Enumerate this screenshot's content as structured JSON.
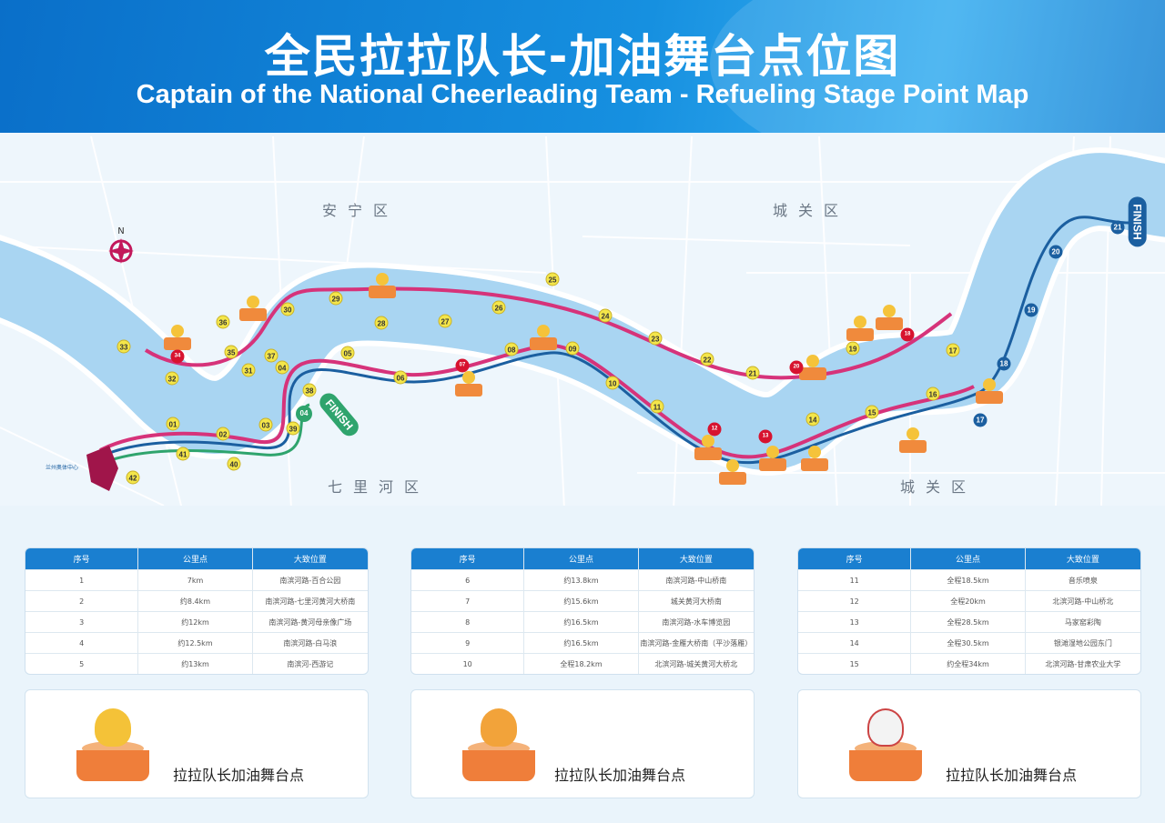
{
  "header": {
    "title_cn": "全民拉拉队长-加油舞台点位图",
    "title_en": "Captain of the National Cheerleading Team - Refueling Stage Point Map"
  },
  "map": {
    "districts": [
      "安宁区",
      "城关区",
      "七里河区",
      "城关区"
    ],
    "finish_labels": [
      "FINISH",
      "FINISH"
    ],
    "start_label": "兰州奥体中心",
    "compass": "N",
    "colors": {
      "river": "#a9d5f2",
      "route_pink": "#d6337a",
      "route_blue": "#1b5fa0",
      "route_green": "#2fa46d",
      "marker": "#f4e64a",
      "stage_red": "#d7132f"
    },
    "markers_yellow": [
      "01",
      "02",
      "03",
      "04",
      "05",
      "06",
      "07",
      "08",
      "09",
      "10",
      "11",
      "12",
      "13",
      "14",
      "15",
      "16",
      "17",
      "18",
      "19",
      "20",
      "21",
      "22",
      "23",
      "24",
      "25",
      "26",
      "27",
      "28",
      "29",
      "30",
      "31",
      "32",
      "33",
      "34",
      "35",
      "36",
      "37",
      "38",
      "39",
      "40",
      "41",
      "42"
    ],
    "markers_blue": [
      "17",
      "18",
      "19",
      "20",
      "21"
    ],
    "marker_green": "04"
  },
  "tables": [
    {
      "headers": [
        "序号",
        "公里点",
        "大致位置"
      ],
      "rows": [
        [
          "1",
          "7km",
          "南滨河路-百合公园"
        ],
        [
          "2",
          "约8.4km",
          "南滨河路-七里河黄河大桥南"
        ],
        [
          "3",
          "约12km",
          "南滨河路-黄河母亲像广场"
        ],
        [
          "4",
          "约12.5km",
          "南滨河路-白马浪"
        ],
        [
          "5",
          "约13km",
          "南滨河-西游记"
        ]
      ]
    },
    {
      "headers": [
        "序号",
        "公里点",
        "大致位置"
      ],
      "rows": [
        [
          "6",
          "约13.8km",
          "南滨河路-中山桥南"
        ],
        [
          "7",
          "约15.6km",
          "城关黄河大桥南"
        ],
        [
          "8",
          "约16.5km",
          "南滨河路-水车博览园"
        ],
        [
          "9",
          "约16.5km",
          "南滨河路-金雁大桥南（平沙落雁）"
        ],
        [
          "10",
          "全程18.2km",
          "北滨河路-城关黄河大桥北"
        ]
      ]
    },
    {
      "headers": [
        "序号",
        "公里点",
        "大致位置"
      ],
      "rows": [
        [
          "11",
          "全程18.5km",
          "音乐喷泉"
        ],
        [
          "12",
          "全程20km",
          "北滨河路-中山桥北"
        ],
        [
          "13",
          "全程28.5km",
          "马家窑彩陶"
        ],
        [
          "14",
          "全程30.5km",
          "银滩湿地公园东门"
        ],
        [
          "15",
          "约全程34km",
          "北滨河路-甘肃农业大学"
        ]
      ]
    }
  ],
  "legend": [
    "拉拉队长加油舞台点",
    "拉拉队长加油舞台点",
    "拉拉队长加油舞台点"
  ]
}
